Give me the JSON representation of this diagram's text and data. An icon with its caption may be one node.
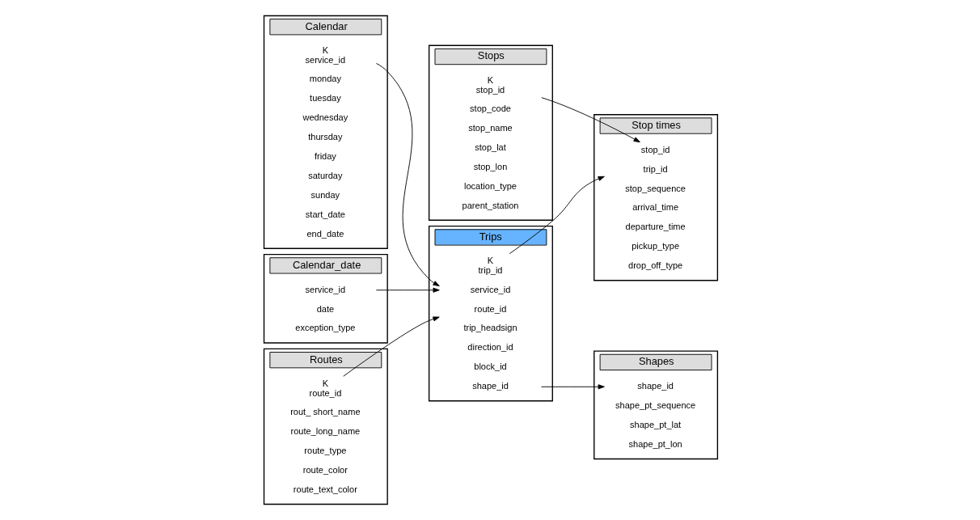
{
  "diagram": {
    "nodes": [
      {
        "text": [
          "Calendar"
        ]
      },
      {
        "text": [
          "K",
          "service_id"
        ],
        "in": 0
      },
      {
        "text": [
          "monday"
        ],
        "in": 0
      },
      {
        "text": [
          "tuesday"
        ],
        "in": 0
      },
      {
        "text": [
          "wednesday"
        ],
        "in": 0
      },
      {
        "text": [
          "thursday"
        ],
        "in": 0
      },
      {
        "text": [
          "friday"
        ],
        "in": 0
      },
      {
        "text": [
          "saturday"
        ],
        "in": 0
      },
      {
        "text": [
          "sunday"
        ],
        "in": 0
      },
      {
        "text": [
          "start_date"
        ],
        "in": 0
      },
      {
        "text": [
          "end_date"
        ],
        "in": 0
      },
      {
        "text": [
          "Calendar_date"
        ]
      },
      {
        "text": [
          "service_id"
        ],
        "in": 11
      },
      {
        "text": [
          "date"
        ],
        "in": 11
      },
      {
        "text": [
          "exception_type"
        ],
        "in": 11
      },
      {
        "text": [
          "Routes"
        ]
      },
      {
        "text": [
          "K",
          "route_id"
        ],
        "in": 15
      },
      {
        "text": [
          "rout_ short_name"
        ],
        "in": 15
      },
      {
        "text": [
          "route_long_name"
        ],
        "in": 15
      },
      {
        "text": [
          "route_type"
        ],
        "in": 15
      },
      {
        "text": [
          "route_color"
        ],
        "in": 15
      },
      {
        "text": [
          "route_text_color"
        ],
        "in": 15
      },
      {
        "text": [
          "Trips"
        ]
      },
      {
        "text": [
          "K",
          "trip_id"
        ],
        "in": 22
      },
      {
        "text": [
          "service_id"
        ],
        "in": 22
      },
      {
        "text": [
          "route_id"
        ],
        "in": 22
      },
      {
        "text": [
          "trip_headsign"
        ],
        "in": 22
      },
      {
        "text": [
          "direction_id"
        ],
        "in": 22
      },
      {
        "text": [
          "block_id"
        ],
        "in": 22
      },
      {
        "text": [
          "shape_id"
        ],
        "in": 22
      },
      {
        "text": [
          "Stop times"
        ]
      },
      {
        "text": [
          "trip_id"
        ],
        "in": 30
      },
      {
        "text": [
          "stop_id"
        ],
        "in": 30
      },
      {
        "text": [
          "stop_sequence"
        ],
        "in": 30
      },
      {
        "text": [
          "arrival_time"
        ],
        "in": 30
      },
      {
        "text": [
          "departure_time"
        ],
        "in": 30
      },
      {
        "text": [
          "pickup_type"
        ],
        "in": 30
      },
      {
        "text": [
          "drop_off_type"
        ],
        "in": 30
      },
      {
        "text": [
          "Shapes"
        ]
      },
      {
        "text": [
          "shape_id"
        ],
        "in": 38
      },
      {
        "text": [
          "shape_pt_sequence"
        ],
        "in": 38
      },
      {
        "text": [
          "shape_pt_lat"
        ],
        "in": 38
      },
      {
        "text": [
          "shape_pt_lon"
        ],
        "in": 38
      },
      {
        "text": [
          "Stops"
        ]
      },
      {
        "text": [
          "K",
          "stop_id"
        ],
        "in": 43
      },
      {
        "text": [
          "stop_code"
        ],
        "in": 43
      },
      {
        "text": [
          "stop_name"
        ],
        "in": 43
      },
      {
        "text": [
          "stop_lat"
        ],
        "in": 43
      },
      {
        "text": [
          "stop_lon"
        ],
        "in": 43
      },
      {
        "text": [
          "location_type"
        ],
        "in": 43
      },
      {
        "text": [
          "parent_station"
        ],
        "in": 43
      }
    ],
    "edges": [
      {
        "from": 12,
        "to": 24,
        "arrow": "to"
      },
      {
        "from": 1,
        "to": 24,
        "arrow": "to"
      },
      {
        "from": 16,
        "to": 25,
        "arrow": "to"
      },
      {
        "from": 23,
        "to": 31,
        "arrow": "to"
      },
      {
        "from": 44,
        "to": 32,
        "arrow": "to"
      },
      {
        "from": 29,
        "to": 39,
        "arrow": "to"
      }
    ]
  }
}
